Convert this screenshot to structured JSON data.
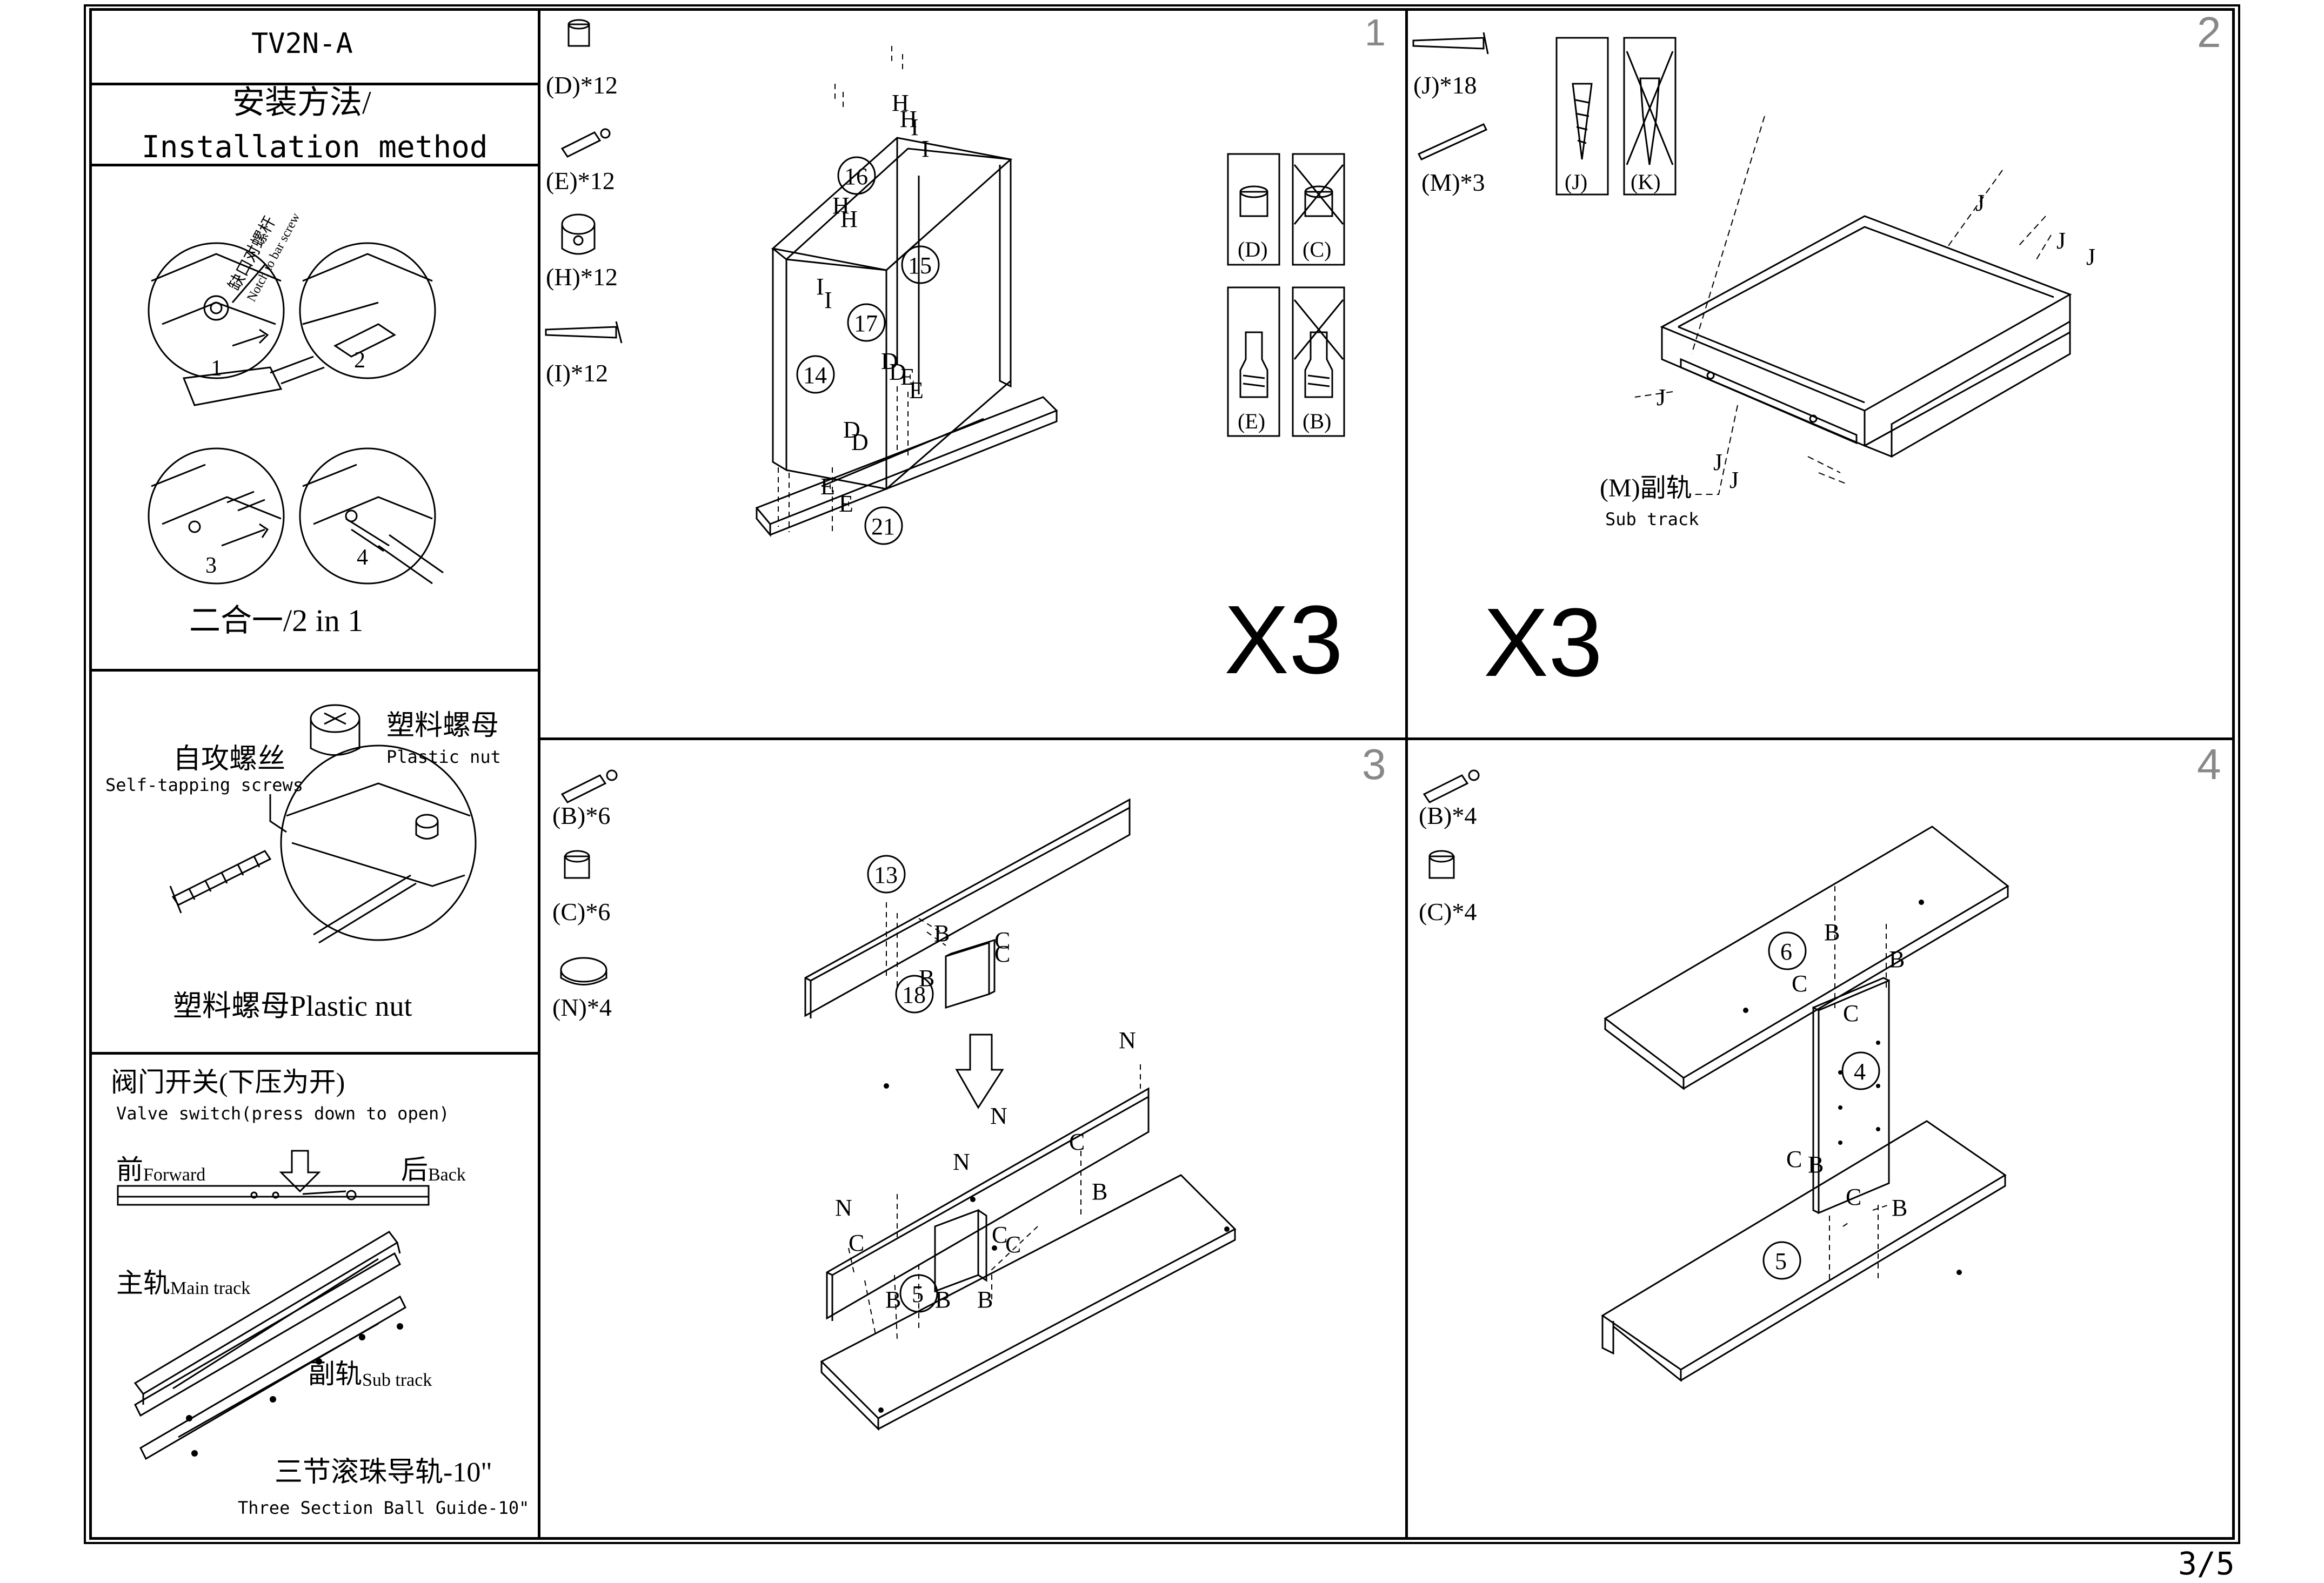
{
  "model": "TV2N-A",
  "page_number": "3/5",
  "sidebar": {
    "method_cn": "安装方法/",
    "method_en": "Installation method",
    "notch_cn": "缺口对螺杆",
    "notch_en": "Notch to bar screw",
    "step_1": "1",
    "step_2": "2",
    "step_3": "3",
    "step_4": "4",
    "two_in_one": "二合一/2 in 1",
    "self_tapping_cn": "自攻螺丝",
    "self_tapping_en": "Self-tapping screws",
    "plastic_nut_cn": "塑料螺母",
    "plastic_nut_en": "Plastic nut",
    "plastic_nut_caption": "塑料螺母Plastic nut",
    "valve_cn": "阀门开关(下压为开)",
    "valve_en": "Valve switch(press down to open)",
    "forward_cn": "前",
    "forward_en": "Forward",
    "back_cn": "后",
    "back_en": "Back",
    "main_track_cn": "主轨",
    "main_track_en": "Main track",
    "sub_track_cn": "副轨",
    "sub_track_en": "Sub track",
    "guide_cn": "三节滚珠导轨-10\"",
    "guide_en": "Three Section Ball Guide-10\""
  },
  "panels": {
    "p1": {
      "number": "1",
      "parts": [
        "(D)*12",
        "(E)*12",
        "(H)*12",
        "(I)*12"
      ],
      "multiplier": "X3",
      "labels": {
        "n16": "16",
        "n17": "17",
        "n15": "15",
        "n14": "14",
        "n21": "21",
        "H": "H",
        "I": "I",
        "D": "D",
        "E": "E"
      },
      "check_ok_1": "(D)",
      "check_no_1": "(C)",
      "check_ok_2": "(E)",
      "check_no_2": "(B)"
    },
    "p2": {
      "number": "2",
      "parts": [
        "(J)*18",
        "(M)*3"
      ],
      "multiplier": "X3",
      "label_J": "J",
      "sub_track_cn": "(M)副轨",
      "sub_track_en": "Sub track",
      "check_ok": "(J)",
      "check_no": "(K)"
    },
    "p3": {
      "number": "3",
      "parts": [
        "(B)*6",
        "(C)*6",
        "(N)*4"
      ],
      "labels": {
        "n13": "13",
        "n18": "18",
        "n5": "5",
        "B": "B",
        "C": "C",
        "N": "N"
      }
    },
    "p4": {
      "number": "4",
      "parts": [
        "(B)*4",
        "(C)*4"
      ],
      "labels": {
        "n6": "6",
        "n4": "4",
        "n5": "5",
        "B": "B",
        "C": "C"
      }
    }
  }
}
